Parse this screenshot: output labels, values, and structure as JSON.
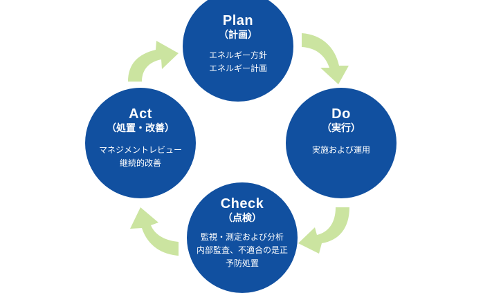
{
  "colors": {
    "circle": "#1150a0",
    "arrow": "#cbe4a0",
    "text": "#ffffff"
  },
  "cycle": {
    "plan": {
      "title": "Plan",
      "subtitle": "（計画）",
      "lines": [
        "エネルギー方針",
        "エネルギー計画"
      ]
    },
    "do": {
      "title": "Do",
      "subtitle": "（実行）",
      "lines": [
        "実施および運用"
      ]
    },
    "check": {
      "title": "Check",
      "subtitle": "（点検）",
      "lines": [
        "監視・測定および分析",
        "内部監査、不適合の是正",
        "予防処置"
      ]
    },
    "act": {
      "title": "Act",
      "subtitle": "（処置・改善）",
      "lines": [
        "マネジメントレビュー",
        "継続的改善"
      ]
    }
  },
  "arrows": [
    {
      "from": "act",
      "to": "plan",
      "icon": "curved-arrow-icon"
    },
    {
      "from": "plan",
      "to": "do",
      "icon": "curved-arrow-icon"
    },
    {
      "from": "do",
      "to": "check",
      "icon": "curved-arrow-icon"
    },
    {
      "from": "check",
      "to": "act",
      "icon": "curved-arrow-icon"
    }
  ]
}
